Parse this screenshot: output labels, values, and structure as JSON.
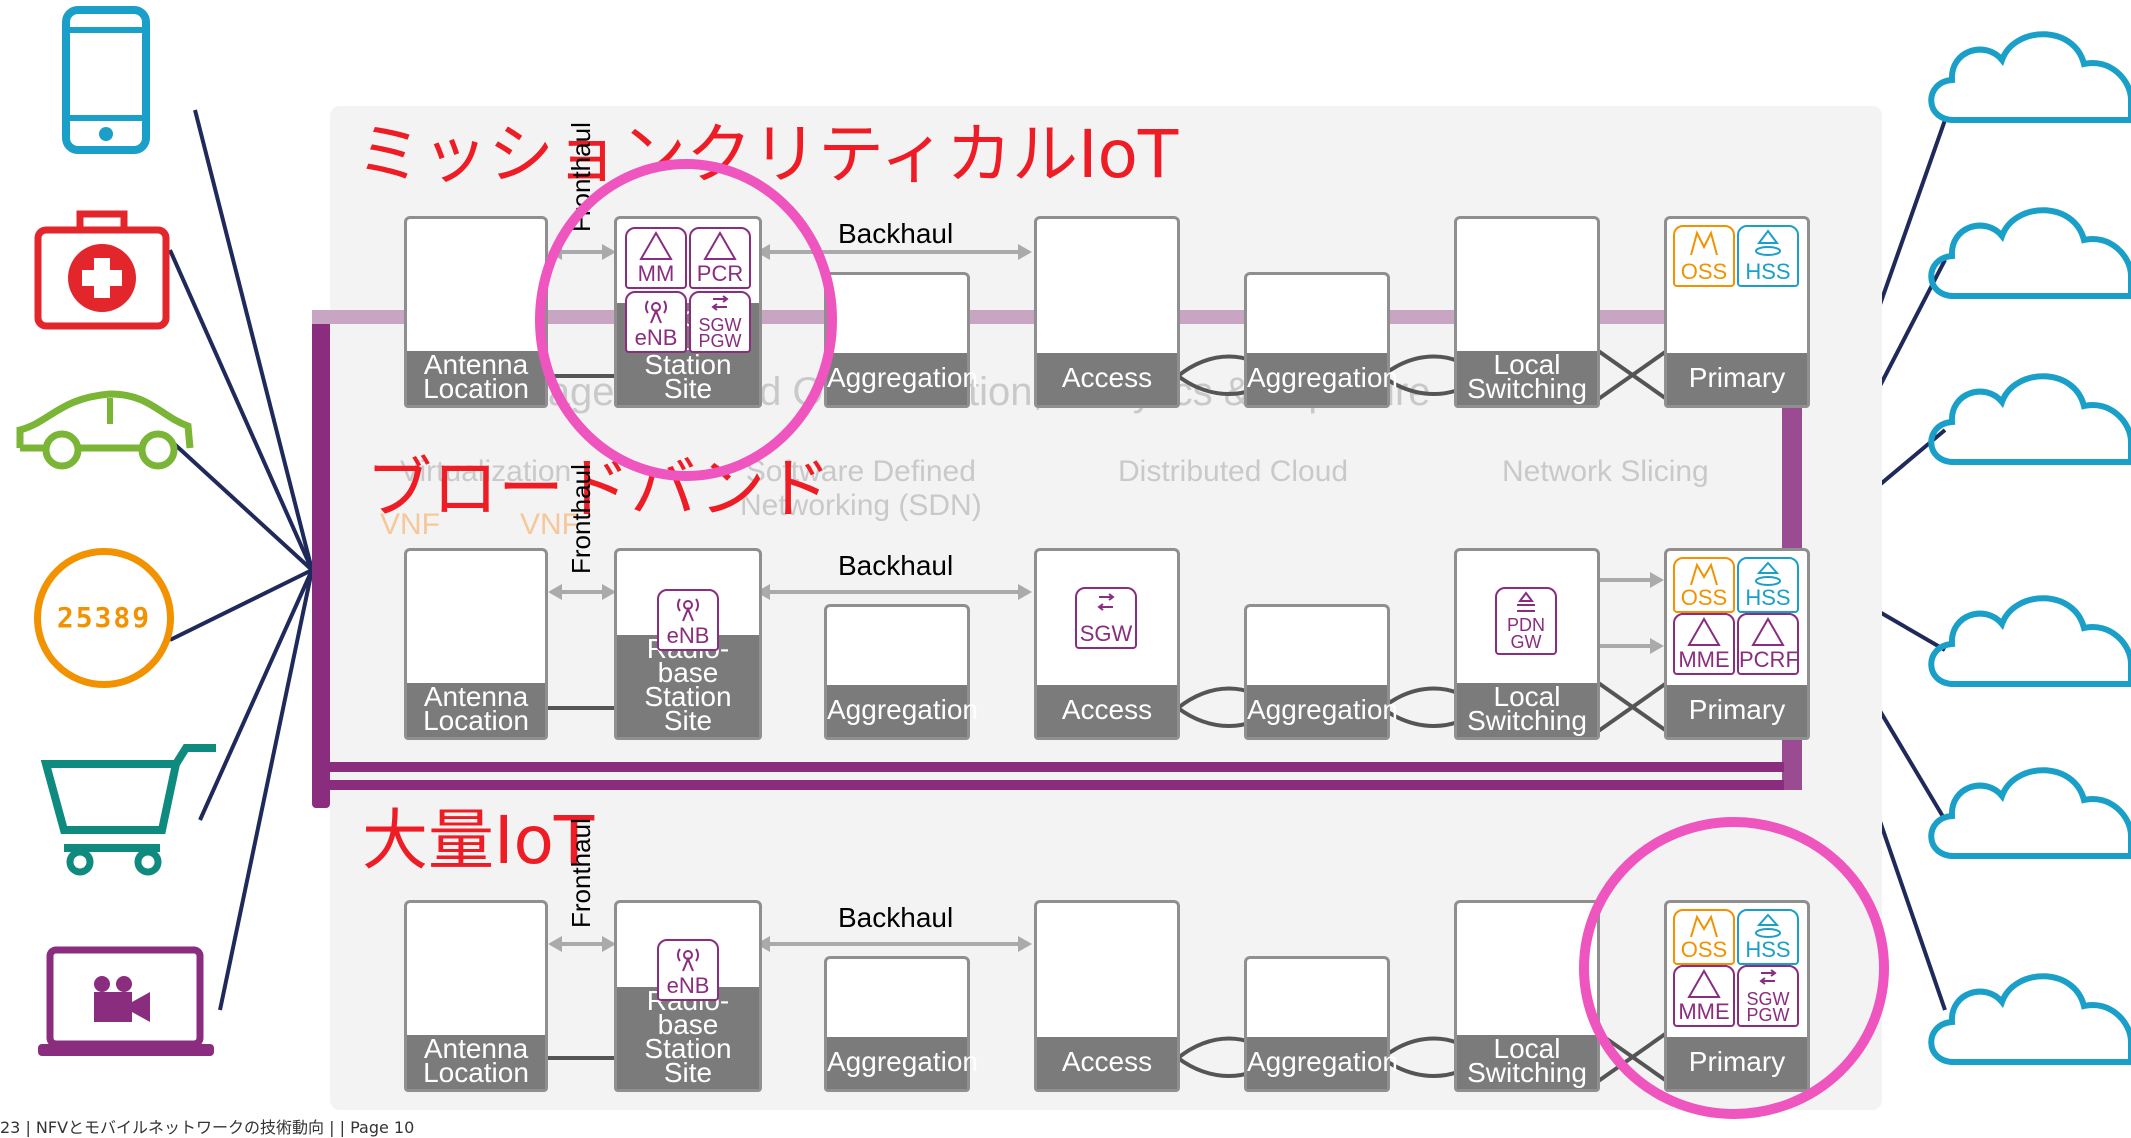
{
  "titles": {
    "mission_critical": "ミッションクリティカルIoT",
    "broadband": "ブロードバンド",
    "massive": "大量IoT"
  },
  "labels": {
    "fronthaul": "Fronthaul",
    "backhaul": "Backhaul",
    "antenna": [
      "Antenna",
      "Location"
    ],
    "radio_base": [
      "Radio-base",
      "Station Site"
    ],
    "aggregation": "Aggregation",
    "access": "Access",
    "local_switching": [
      "Local",
      "Switching"
    ],
    "primary": "Primary"
  },
  "icons": {
    "oss": "OSS",
    "hss": "HSS",
    "mme": "MME",
    "mm": "MM",
    "pcrf": "PCRF",
    "pcr": "PCR",
    "enb": "eNB",
    "sgw": "SGW",
    "pgw": "PGW",
    "pdn": "PDN",
    "gw": "GW"
  },
  "background_watermark": {
    "banner": "Management and Orchestration, Analytics & Exposure",
    "virtualization": "Virtualization",
    "sdn": [
      "Software Defined",
      "Networking (SDN)"
    ],
    "distributed_cloud": "Distributed Cloud",
    "network_slicing": "Network Slicing",
    "vnf": "VNF"
  },
  "devices": {
    "meter_digits": "25389",
    "items": [
      "smartphone-icon",
      "first-aid-kit-icon",
      "car-icon",
      "smart-meter-icon",
      "shopping-cart-icon",
      "laptop-video-icon"
    ]
  },
  "clouds": [
    "cloud-icon",
    "cloud-icon",
    "cloud-icon",
    "cloud-icon",
    "cloud-icon",
    "cloud-icon"
  ],
  "footer": "23 | NFVとモバイルネットワークの技術動向 | | Page 10",
  "colors": {
    "title_red": "#ee1c25",
    "highlight_pink": "#ee55be",
    "purple": "#8b2d7f",
    "orange": "#f29200",
    "teal": "#1aa0c8",
    "node_gray": "#7b7b7b"
  }
}
